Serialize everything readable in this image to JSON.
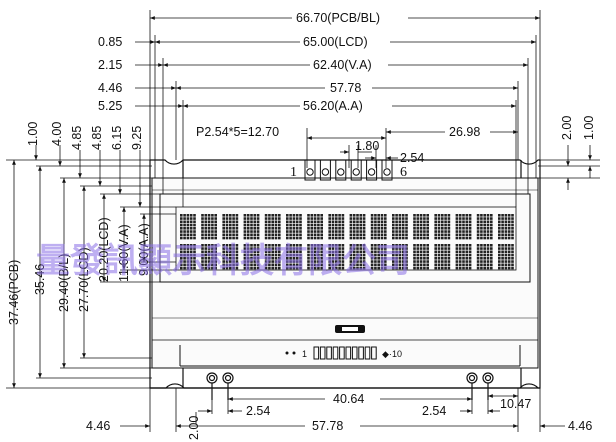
{
  "dimensions": {
    "pcb_width": "66.70(PCB/BL)",
    "lcd_offset": "0.85",
    "lcd_width": "65.00(LCD)",
    "va_offset": "2.15",
    "va_width": "62.40(V.A)",
    "pin_offset_top": "4.46",
    "pin_span_top": "57.78",
    "aa_offset": "5.25",
    "aa_width": "56.20(A.A)",
    "pitch_label": "P2.54*5=12.70",
    "pin_to_edge": "26.98",
    "pin_size": "1.80",
    "pin_pitch": "2.54",
    "pin1_label": "1",
    "pin6_label": "6",
    "left_v": [
      "1.00",
      "4.00",
      "4.85",
      "4.85",
      "6.15",
      "9.25"
    ],
    "left_vertical": [
      "37.46(PCB)",
      "35.46",
      "29.40(B/L)",
      "27.70(LCD)",
      "20.20(LCD)",
      "11.60(V.A)",
      "9.00(A.A)"
    ],
    "right_v": [
      "2.00",
      "1.00"
    ],
    "bottom_pitch_left": "2.54",
    "bottom_span": "40.64",
    "bottom_pitch_right": "2.54",
    "bottom_right_offset": "10.47",
    "bottom_left_offset": "4.46",
    "bottom_small": "2.00",
    "bottom_total": "57.78",
    "bottom_right_edge": "4.46",
    "fpc_pin1": "1",
    "fpc_pin10": "10"
  },
  "watermark": "量發訊顯示科技有限公司",
  "colors": {
    "line": "#111111",
    "glass": "#f4f4f4",
    "char_fill": "#bdbdbd",
    "watermark": "#8a6fe6"
  }
}
